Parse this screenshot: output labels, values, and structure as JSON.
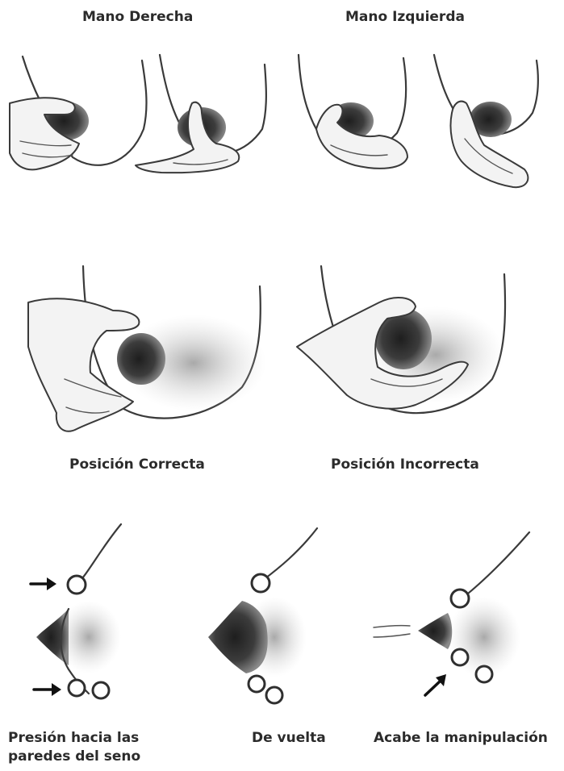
{
  "top_row": {
    "right_hand_label": "Mano Derecha",
    "left_hand_label": "Mano Izquierda"
  },
  "middle_row": {
    "correct_label": "Posición Correcta",
    "incorrect_label": "Posición Incorrecta"
  },
  "bottom_row": {
    "step1_label": "Presión hacia las paredes del seno",
    "step2_label": "De vuelta",
    "step3_label": "Acabe la manipulación"
  },
  "colors": {
    "skin_shade": "#bdbdbd",
    "areola": "#3c3c3c",
    "ink": "#2b2b2b"
  }
}
